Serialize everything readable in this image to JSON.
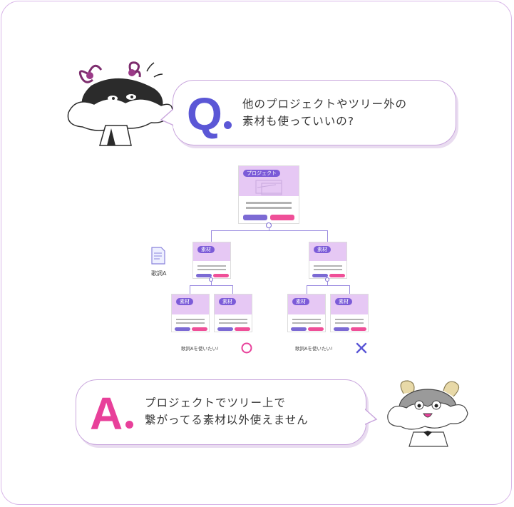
{
  "question": {
    "letter": "Q",
    "line1": "他のプロジェクトやツリー外の",
    "line2": "素材も使っていいの?"
  },
  "answer": {
    "letter": "A",
    "line1": "プロジェクトでツリー上で",
    "line2": "繋がってる素材以外使えません"
  },
  "diagram": {
    "project_tag": "プロジェクト",
    "material_tag": "素材",
    "lyrics_label": "歌詞A",
    "left_caption": "歌詞Aを使いたい!",
    "right_caption": "歌詞Aを使いたい!",
    "ok_mark": "○",
    "ng_mark": "✕"
  },
  "colors": {
    "q_color": "#5b57d6",
    "a_color": "#e8409a",
    "card_header": "#e6c8f4",
    "purple_pill": "#7c6ad4",
    "pink_pill": "#ef4f98",
    "connector": "#9b8be0"
  },
  "icons": [
    "cat-mascot-icon",
    "sheep-mascot-icon",
    "document-icon",
    "circle-ok-icon",
    "cross-ng-icon"
  ]
}
